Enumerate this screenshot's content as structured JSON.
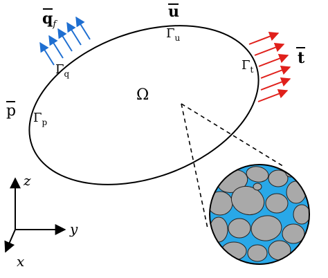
{
  "domain_label": "Ω",
  "boundaries": {
    "q": {
      "gamma": "Γ",
      "sub": "q"
    },
    "u": {
      "gamma": "Γ",
      "sub": "u"
    },
    "t": {
      "gamma": "Γ",
      "sub": "t"
    },
    "p": {
      "gamma": "Γ",
      "sub": "p"
    }
  },
  "prescribed": {
    "q": {
      "symbol": "q",
      "sub": "f"
    },
    "u": {
      "symbol": "u"
    },
    "t": {
      "symbol": "t"
    },
    "p": {
      "symbol": "p"
    }
  },
  "axes": {
    "z": "z",
    "y": "y",
    "x": "x"
  },
  "colors": {
    "outline": "#000000",
    "flux_arrow": "#1f6fd1",
    "traction_arrow": "#e0201b",
    "pore_fluid": "#29a8e8",
    "grain": "#a9a9a9",
    "grain_outline": "#222222"
  }
}
